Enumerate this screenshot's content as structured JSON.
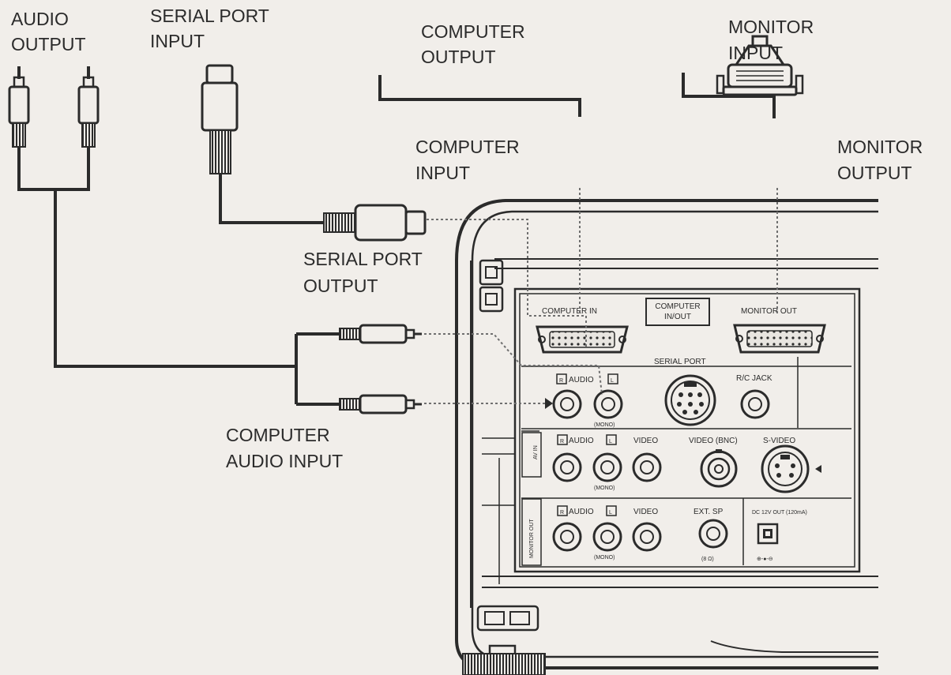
{
  "labels": {
    "audio_output": [
      "AUDIO",
      "OUTPUT"
    ],
    "serial_port_input": [
      "SERIAL PORT",
      "INPUT"
    ],
    "computer_output": [
      "COMPUTER",
      "OUTPUT"
    ],
    "monitor_input": [
      "MONITOR",
      "INPUT"
    ],
    "computer_input": [
      "COMPUTER",
      "INPUT"
    ],
    "monitor_output": [
      "MONITOR",
      "OUTPUT"
    ],
    "serial_port_output": [
      "SERIAL PORT",
      "OUTPUT"
    ],
    "computer_audio_input": [
      "COMPUTER",
      "AUDIO INPUT"
    ]
  },
  "panel": {
    "computer_in": "COMPUTER IN",
    "computer_inout": [
      "COMPUTER",
      "IN/OUT"
    ],
    "monitor_out": "MONITOR OUT",
    "serial_port": "SERIAL PORT",
    "rc_jack": "R/C JACK",
    "audio": "AUDIO",
    "r_badge": "R",
    "l_badge": "L",
    "mono": "(MONO)",
    "video": "VIDEO",
    "video_bnc": "VIDEO (BNC)",
    "s_video": "S-VIDEO",
    "av_in": "AV IN",
    "monitor_out_side": "MONITOR OUT",
    "ext_sp": "EXT. SP",
    "ohm": "(8 Ω)",
    "dc_out": "DC 12V OUT (120mA)",
    "polarity": "⊕-●-⊖"
  }
}
